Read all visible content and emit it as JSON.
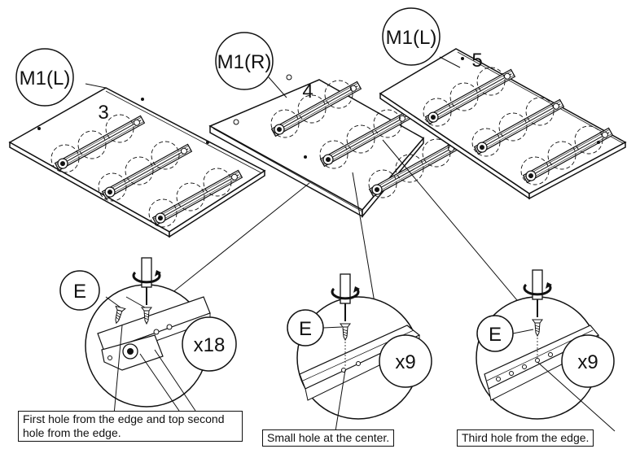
{
  "panels": [
    {
      "module": "M1(L)",
      "number": "3"
    },
    {
      "module": "M1(R)",
      "number": "4"
    },
    {
      "module": "M1(L)",
      "number": "5"
    }
  ],
  "details": [
    {
      "part": "E",
      "quantity": "x18",
      "caption": "First hole from the edge and top second hole from the edge."
    },
    {
      "part": "E",
      "quantity": "x9",
      "caption": "Small hole at the center."
    },
    {
      "part": "E",
      "quantity": "x9",
      "caption": "Third hole from the edge."
    }
  ]
}
